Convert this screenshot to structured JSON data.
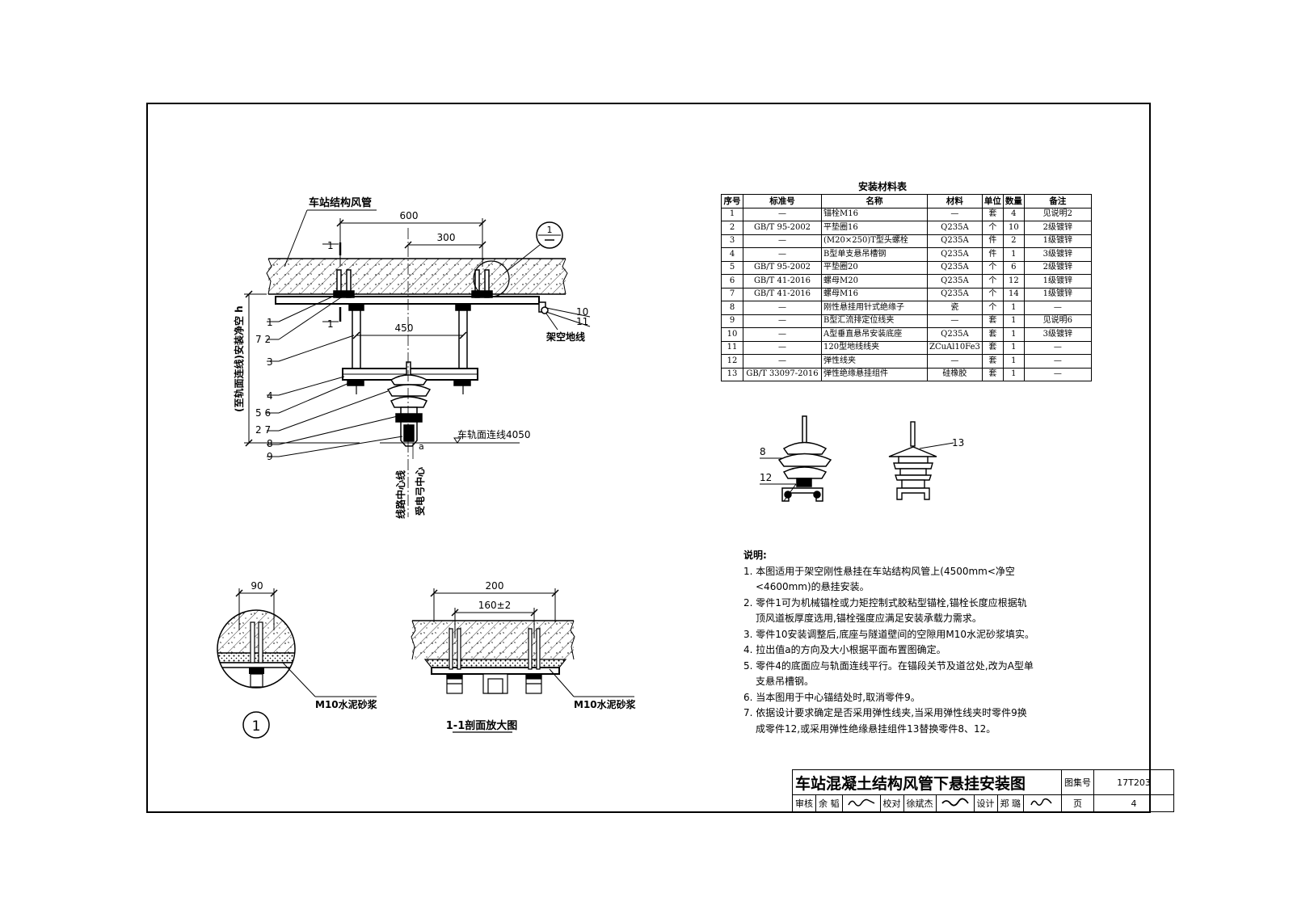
{
  "main_view": {
    "duct_label": "车站结构风管",
    "dim_600": "600",
    "dim_300": "300",
    "dim_450": "450",
    "section_mark": "1",
    "detail_callout": "1",
    "vertical_label": "(至轨面连线)安装净空 h",
    "ground_wire_label": "架空地线",
    "rail_line_label": "车轨面连线4050",
    "dim_a": "a",
    "centerline_label_1": "线路中心线",
    "centerline_label_2": "受电弓中心",
    "left_labels": [
      "1",
      "7  2",
      "3",
      "4",
      "5  6",
      "2  7",
      "8",
      "9"
    ],
    "right_labels": [
      "10",
      "11"
    ]
  },
  "parts_view": {
    "labels": [
      "8",
      "12",
      "13"
    ]
  },
  "detail_1": {
    "dim": "90",
    "mortar_label": "M10水泥砂浆",
    "caption": "1"
  },
  "section_1_1": {
    "dim_200": "200",
    "dim_160": "160±2",
    "mortar_label": "M10水泥砂浆",
    "caption": "1-1剖面放大图"
  },
  "material_table": {
    "title": "安装材料表",
    "headers": [
      "序号",
      "标准号",
      "名称",
      "材料",
      "单位",
      "数量",
      "备注"
    ],
    "rows": [
      [
        "1",
        "—",
        "锚栓M16",
        "—",
        "套",
        "4",
        "见说明2"
      ],
      [
        "2",
        "GB/T 95-2002",
        "平垫圈16",
        "Q235A",
        "个",
        "10",
        "2级镀锌"
      ],
      [
        "3",
        "—",
        "(M20×250)T型头螺栓",
        "Q235A",
        "件",
        "2",
        "1级镀锌"
      ],
      [
        "4",
        "—",
        "B型单支悬吊槽钢",
        "Q235A",
        "件",
        "1",
        "3级镀锌"
      ],
      [
        "5",
        "GB/T 95-2002",
        "平垫圈20",
        "Q235A",
        "个",
        "6",
        "2级镀锌"
      ],
      [
        "6",
        "GB/T 41-2016",
        "螺母M20",
        "Q235A",
        "个",
        "12",
        "1级镀锌"
      ],
      [
        "7",
        "GB/T 41-2016",
        "螺母M16",
        "Q235A",
        "个",
        "14",
        "1级镀锌"
      ],
      [
        "8",
        "—",
        "刚性悬挂用针式绝缘子",
        "瓷",
        "个",
        "1",
        "—"
      ],
      [
        "9",
        "—",
        "B型汇流排定位线夹",
        "—",
        "套",
        "1",
        "见说明6"
      ],
      [
        "10",
        "—",
        "A型垂直悬吊安装底座",
        "Q235A",
        "套",
        "1",
        "3级镀锌"
      ],
      [
        "11",
        "—",
        "120型地线线夹",
        "ZCuAl10Fe3",
        "套",
        "1",
        "—"
      ],
      [
        "12",
        "—",
        "弹性线夹",
        "—",
        "套",
        "1",
        "—"
      ],
      [
        "13",
        "GB/T 33097-2016",
        "弹性绝缘悬挂组件",
        "硅橡胶",
        "套",
        "1",
        "—"
      ]
    ]
  },
  "notes": {
    "heading": "说明:",
    "items": [
      "1. 本图适用于架空刚性悬挂在车站结构风管上(4500mm<净空<4600mm)的悬挂安装。",
      "2. 零件1可为机械锚栓或力矩控制式胶粘型锚栓,锚栓长度应根据轨顶风道板厚度选用,锚栓强度应满足安装承载力需求。",
      "3. 零件10安装调整后,底座与隧道壁间的空隙用M10水泥砂浆填实。",
      "4. 拉出值a的方向及大小根据平面布置图确定。",
      "5. 零件4的底面应与轨面连线平行。在锚段关节及道岔处,改为A型单支悬吊槽钢。",
      "6. 当本图用于中心锚结处时,取消零件9。",
      "7. 依据设计要求确定是否采用弹性线夹,当采用弹性线夹时零件9换成零件12,或采用弹性绝缘悬挂组件13替换零件8、12。"
    ]
  },
  "title_block": {
    "title": "车站混凝土结构风管下悬挂安装图",
    "atlas_label": "图集号",
    "atlas_no": "17T203",
    "review_label": "审核",
    "review_name": "余 韬",
    "check_label": "校对",
    "check_name": "徐斌杰",
    "design_label": "设计",
    "design_name": "郑 璐",
    "page_label": "页",
    "page_no": "4"
  }
}
